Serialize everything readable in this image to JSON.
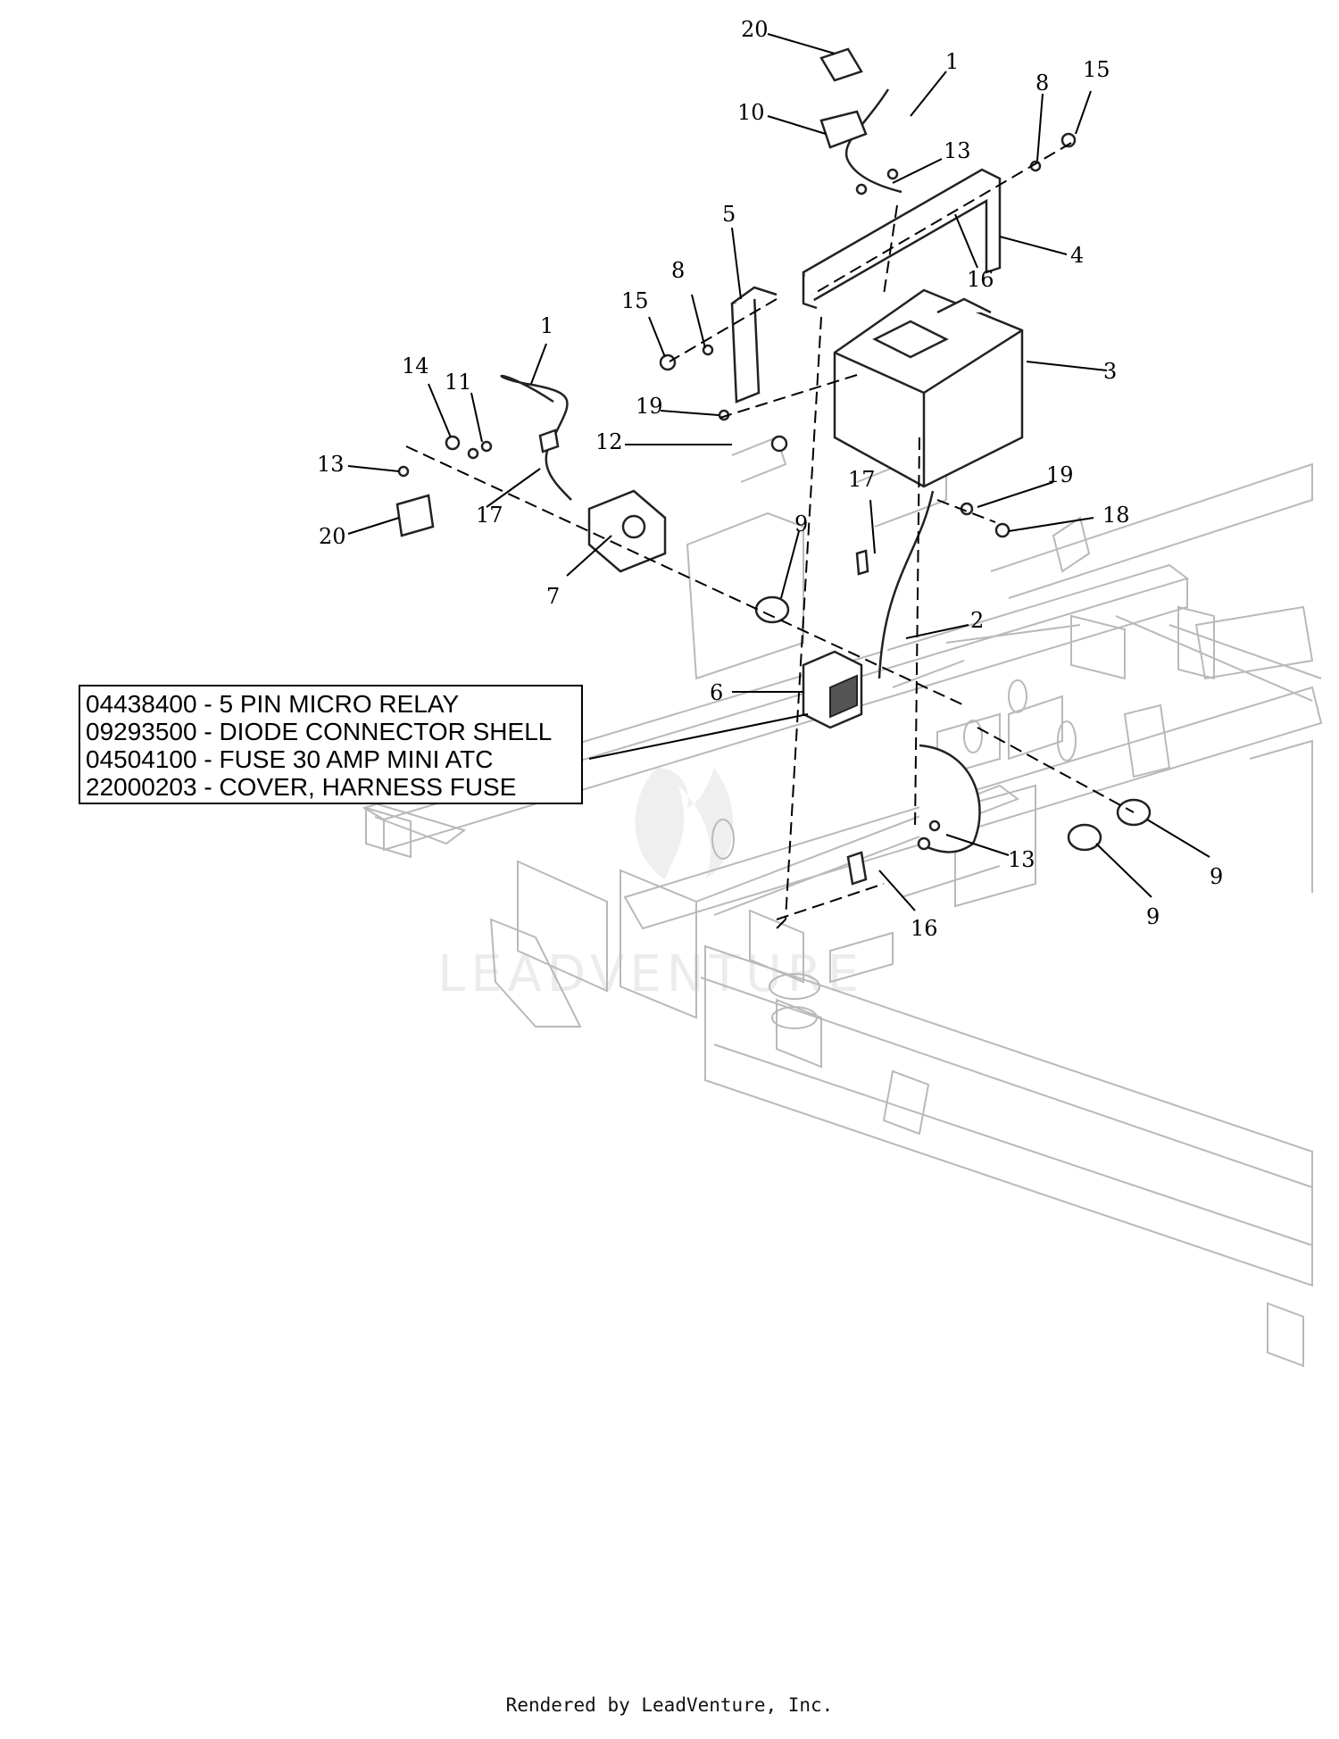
{
  "callouts": [
    {
      "id": "c20a",
      "text": "20"
    },
    {
      "id": "c1a",
      "text": "1"
    },
    {
      "id": "c8a",
      "text": "8"
    },
    {
      "id": "c15a",
      "text": "15"
    },
    {
      "id": "c10",
      "text": "10"
    },
    {
      "id": "c13a",
      "text": "13"
    },
    {
      "id": "c5",
      "text": "5"
    },
    {
      "id": "c4",
      "text": "4"
    },
    {
      "id": "c16a",
      "text": "16"
    },
    {
      "id": "c8b",
      "text": "8"
    },
    {
      "id": "c15b",
      "text": "15"
    },
    {
      "id": "c1b",
      "text": "1"
    },
    {
      "id": "c3",
      "text": "3"
    },
    {
      "id": "c14",
      "text": "14"
    },
    {
      "id": "c11",
      "text": "11"
    },
    {
      "id": "c19a",
      "text": "19"
    },
    {
      "id": "c12",
      "text": "12"
    },
    {
      "id": "c13b",
      "text": "13"
    },
    {
      "id": "c17a",
      "text": "17"
    },
    {
      "id": "c17b",
      "text": "17"
    },
    {
      "id": "c19b",
      "text": "19"
    },
    {
      "id": "c18",
      "text": "18"
    },
    {
      "id": "c20b",
      "text": "20"
    },
    {
      "id": "c9a",
      "text": "9"
    },
    {
      "id": "c7",
      "text": "7"
    },
    {
      "id": "c2",
      "text": "2"
    },
    {
      "id": "c6",
      "text": "6"
    },
    {
      "id": "c13c",
      "text": "13"
    },
    {
      "id": "c9b",
      "text": "9"
    },
    {
      "id": "c9c",
      "text": "9"
    },
    {
      "id": "c16b",
      "text": "16"
    }
  ],
  "legend": [
    "04438400 - 5 PIN MICRO RELAY",
    "09293500 - DIODE CONNECTOR SHELL",
    "04504100 - FUSE 30 AMP MINI ATC",
    "22000203 - COVER, HARNESS FUSE"
  ],
  "watermark": "LEADVENTURE",
  "footer": "Rendered by LeadVenture, Inc."
}
